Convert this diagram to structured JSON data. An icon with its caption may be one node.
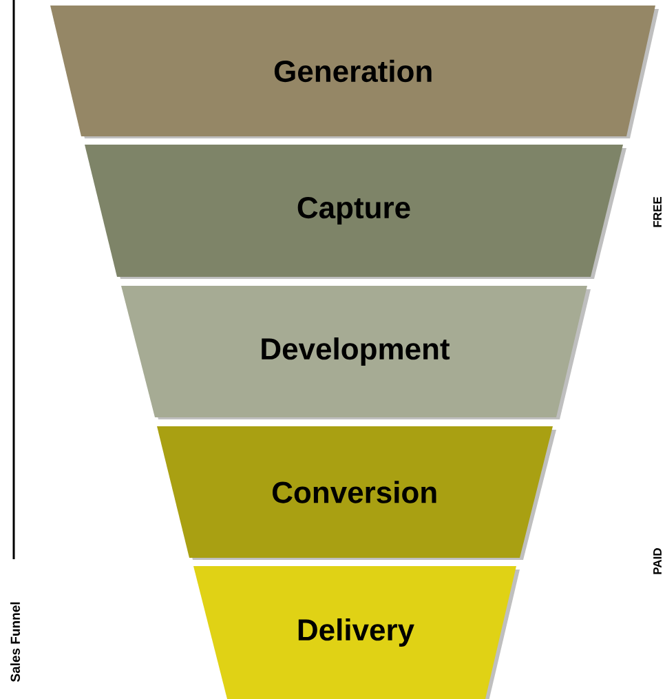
{
  "diagram": {
    "nodes": [
      {
        "text": [
          "Generation"
        ]
      },
      {
        "text": [
          "Capture"
        ]
      },
      {
        "text": [
          "Development"
        ]
      },
      {
        "text": [
          "Conversion"
        ]
      },
      {
        "text": [
          "Delivery"
        ]
      }
    ],
    "labels": [
      "FREE",
      "PAID",
      "Sales Funnel"
    ]
  }
}
